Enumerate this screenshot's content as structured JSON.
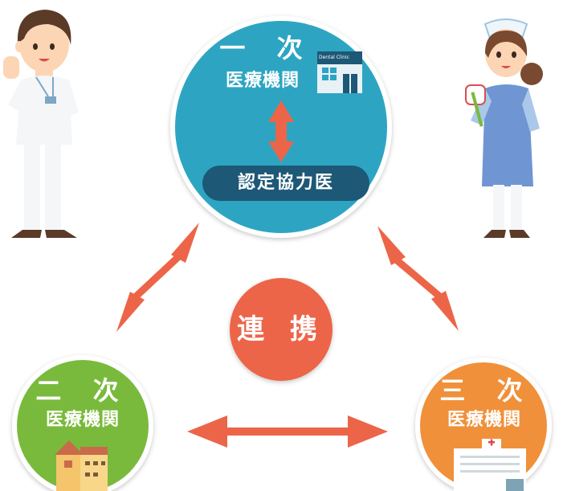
{
  "primary": {
    "ordinal": "一 次",
    "institution": "医療機関",
    "certified_doctor": "認定協力医",
    "clinic_sign": "Dental Clinic"
  },
  "secondary": {
    "ordinal": "二 次",
    "institution": "医療機関"
  },
  "tertiary": {
    "ordinal": "三 次",
    "institution": "医療機関"
  },
  "center": {
    "label": "連 携"
  },
  "colors": {
    "primary_circle": "#2da5c2",
    "secondary_circle": "#79ba3c",
    "tertiary_circle": "#f0903a",
    "center_circle": "#ec6548",
    "arrow": "#ec6548",
    "pill": "#1d5876"
  }
}
